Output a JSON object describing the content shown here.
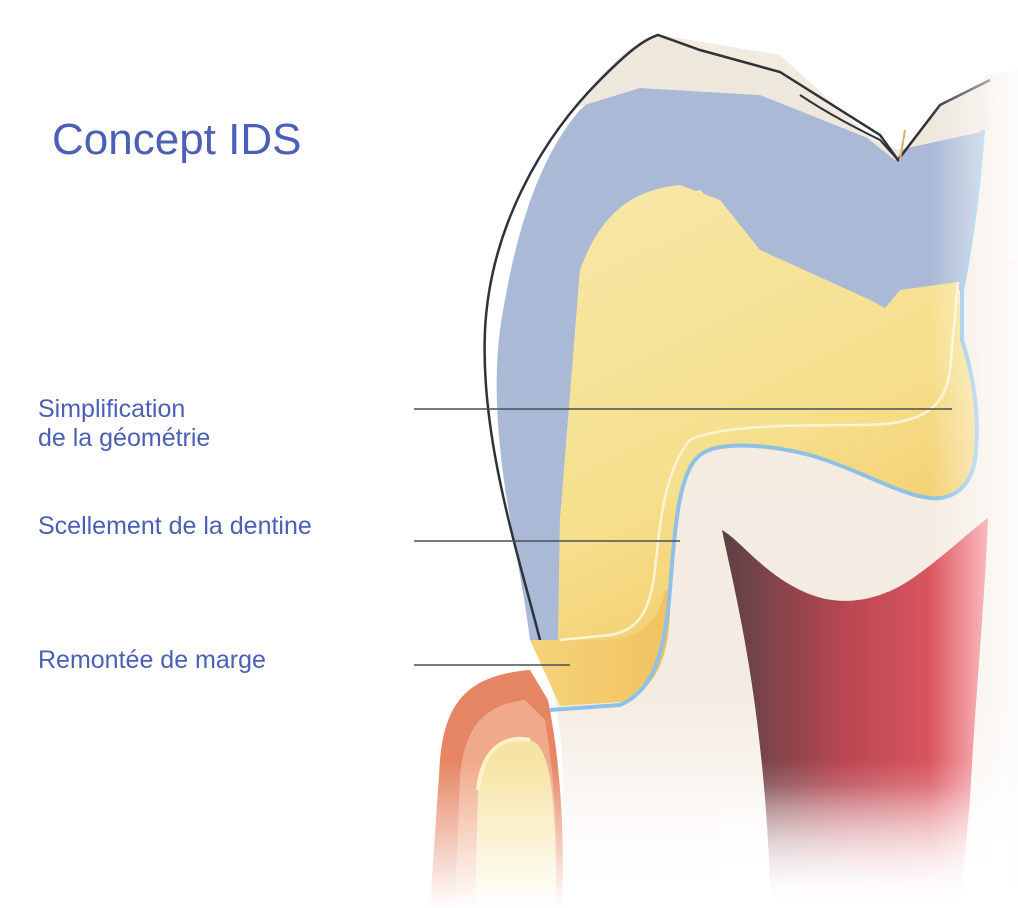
{
  "title": "Concept IDS",
  "labels": {
    "simplification_line1": "Simplification",
    "simplification_line2": "de la géométrie",
    "scellement": "Scellement de la dentine",
    "remontee": "Remontée de marge"
  },
  "colors": {
    "text": "#4a5fb5",
    "enamel_restoration": "#a9b9d6",
    "composite_build_up": "#f6e49a",
    "dentin_sealing_line": "#8fc1e6",
    "pulp": "#e0505a",
    "gingiva": "#e58563",
    "dentin": "#f4eadf"
  }
}
